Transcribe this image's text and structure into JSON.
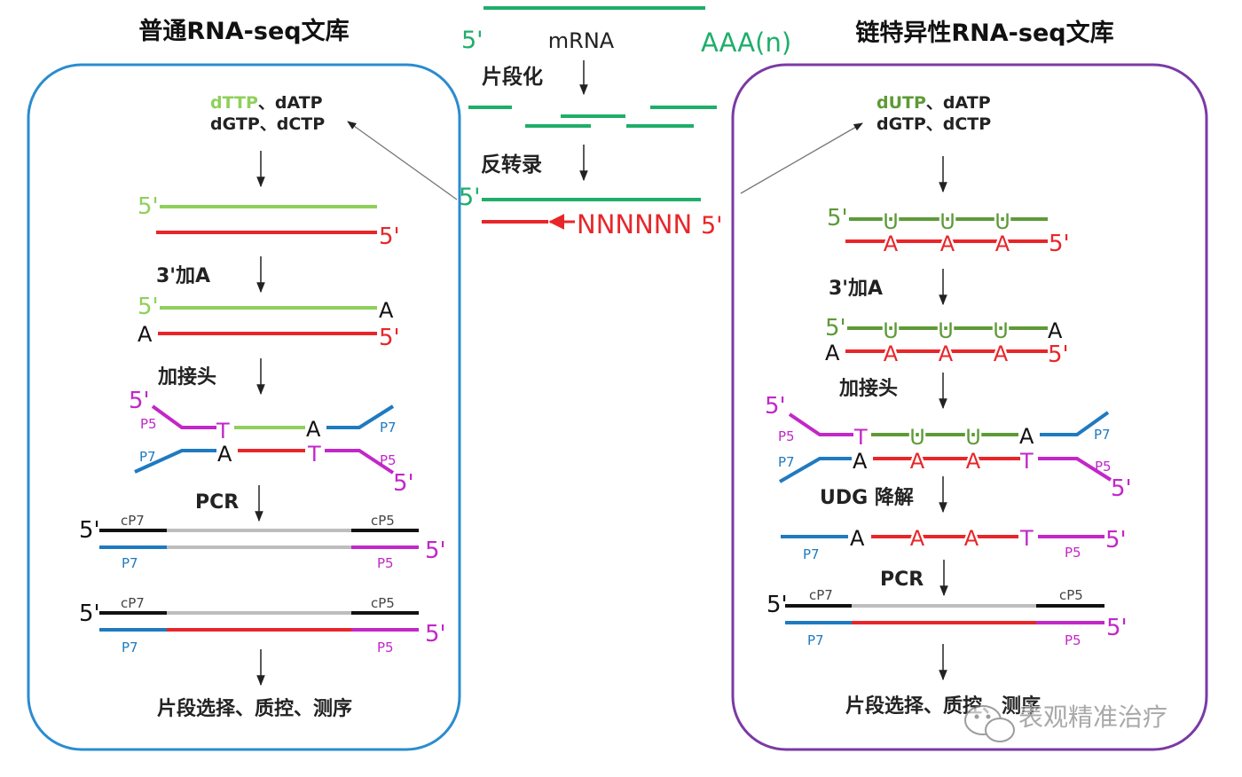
{
  "titles": {
    "left": "普通RNA-seq文库",
    "right": "链特异性RNA-seq文库"
  },
  "center": {
    "five_prime": "5'",
    "mrna": "mRNA",
    "polya": "AAA(n)",
    "fragment": "片段化",
    "reverse_transcription": "反转录",
    "primer": "NNNNNN",
    "primer_end": "5'"
  },
  "left": {
    "nuc_first": "dTTP",
    "nuc_rest": "、dATP",
    "nuc_line2": "dGTP、dCTP",
    "add_a": "3'加A",
    "adapter": "加接头",
    "pcr": "PCR",
    "final": "片段选择、质控、测序"
  },
  "right": {
    "nuc_first": "dUTP",
    "nuc_rest": "、dATP",
    "nuc_line2": "dGTP、dCTP",
    "add_a": "3'加A",
    "adapter": "加接头",
    "udg": "UDG 降解",
    "pcr": "PCR",
    "final": "片段选择、质控、测序"
  },
  "labels": {
    "five": "5'",
    "A": "A",
    "T": "T",
    "U": "U",
    "P5": "P5",
    "P7": "P7",
    "cP5": "cP5",
    "cP7": "cP7"
  },
  "watermark": "表观精准治疗",
  "colors": {
    "dark_green": "#1fae6a",
    "light_green": "#8fd05a",
    "olive_green": "#5e9a37",
    "red": "#e8262a",
    "magenta": "#c227c8",
    "blue": "#1f7ac0",
    "gray": "#bdbdbd",
    "black": "#111111",
    "left_box": "#2a8ccf",
    "right_box": "#7a3aa6"
  }
}
